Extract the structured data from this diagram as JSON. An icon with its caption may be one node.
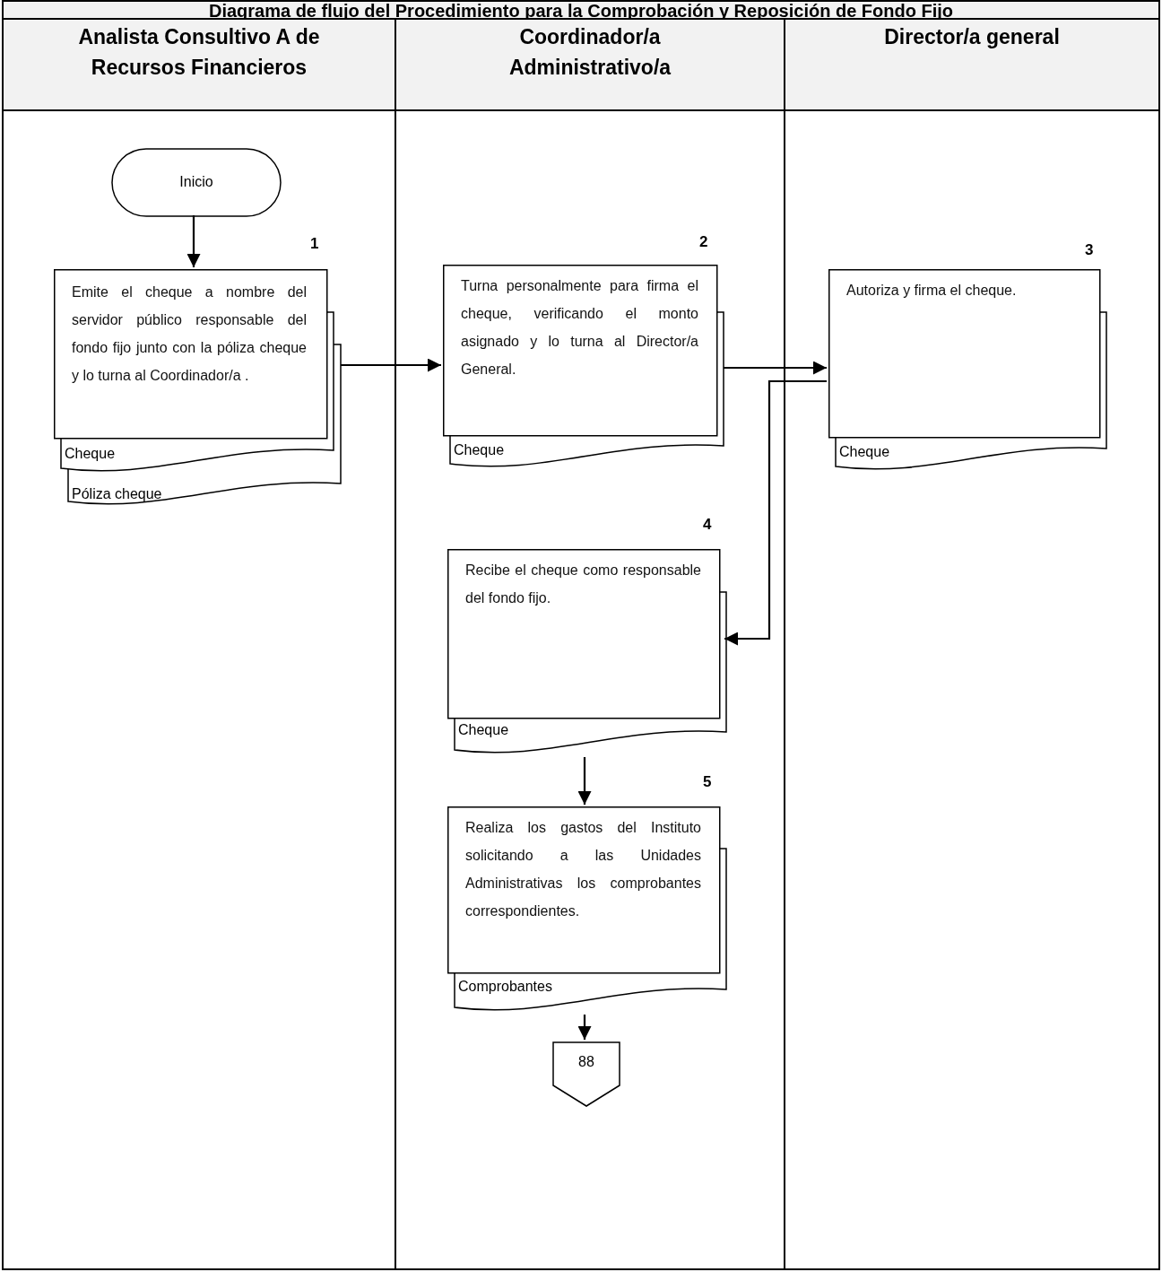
{
  "diagram": {
    "title": "Diagrama de flujo del Procedimiento para la Comprobación y Reposición de Fondo Fijo",
    "nodes": [
      {
        "text": [
          "Analista Consultivo A de Recursos Financieros"
        ]
      },
      {
        "text": [
          "Coordinador/a Administrativo/a"
        ]
      },
      {
        "text": [
          "Director/a general"
        ]
      },
      {
        "text": [
          "Inicio"
        ],
        "in": 0
      },
      {
        "text": [
          "Emite el cheque a nombre del servidor público responsable del fondo fijo junto con la póliza cheque y lo turna al Coordinador/a .",
          "Cheque",
          "Póliza cheque"
        ],
        "beside": [
          "1"
        ],
        "in": 0
      },
      {
        "text": [
          "Turna personalmente para firma el cheque, verificando el monto asignado y lo turna al Director/a General.",
          "Cheque"
        ],
        "beside": [
          "2"
        ],
        "in": 1
      },
      {
        "text": [
          "Autoriza y firma el cheque.",
          "Cheque"
        ],
        "beside": [
          "3"
        ],
        "in": 2
      },
      {
        "text": [
          "Recibe el cheque como responsable del fondo fijo.",
          "Cheque"
        ],
        "beside": [
          "4"
        ],
        "in": 1
      },
      {
        "text": [
          "Realiza los gastos del Instituto solicitando a las Unidades Administrativas los comprobantes correspondientes.",
          "Comprobantes"
        ],
        "beside": [
          "5"
        ],
        "in": 1
      },
      {
        "text": [
          "88"
        ],
        "in": 1
      }
    ],
    "edges": [
      {
        "from": 3,
        "to": 4,
        "arrow": "to"
      },
      {
        "from": 4,
        "to": 5,
        "arrow": "to"
      },
      {
        "from": 5,
        "to": 6,
        "arrow": "to"
      },
      {
        "from": 6,
        "to": 7,
        "arrow": "to"
      },
      {
        "from": 7,
        "to": 8,
        "arrow": "to"
      },
      {
        "from": 8,
        "to": 9,
        "arrow": "to"
      }
    ]
  }
}
